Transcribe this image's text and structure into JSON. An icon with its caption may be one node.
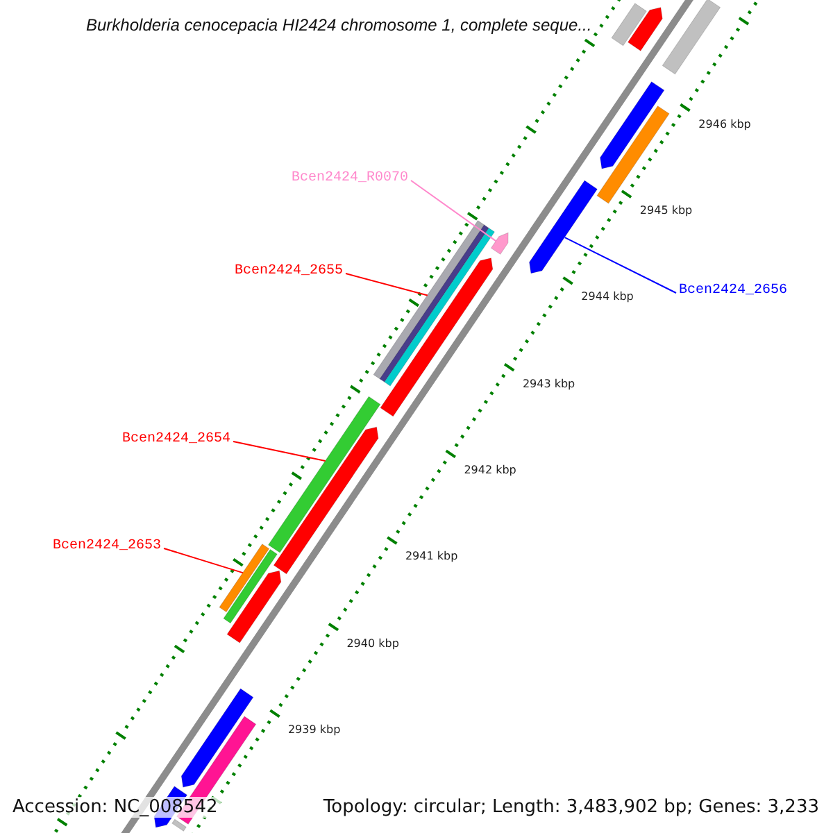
{
  "diagram": {
    "title": "Burkholderia cenocepacia HI2424 chromosome 1, complete seque...",
    "nodes": [
      {
        "text": [
          "Bcen2424_R0070"
        ]
      },
      {
        "text": [
          "Bcen2424_2655"
        ]
      },
      {
        "text": [
          "Bcen2424_2656"
        ]
      },
      {
        "text": [
          "Bcen2424_2654"
        ]
      },
      {
        "text": [
          "Bcen2424_2653"
        ]
      },
      {
        "text": [],
        "shape": "bar"
      },
      {
        "text": [],
        "shape": "bar"
      },
      {
        "text": [],
        "shape": "bar"
      },
      {
        "text": [],
        "shape": "bar"
      },
      {
        "text": [],
        "shape": "bar"
      },
      {
        "text": [],
        "shape": "bar"
      },
      {
        "text": [],
        "shape": "bar"
      },
      {
        "text": [],
        "shape": "bar"
      },
      {
        "text": [],
        "shape": "bar"
      },
      {
        "text": [],
        "shape": "bar"
      },
      {
        "text": [],
        "shape": "bar"
      },
      {
        "text": [],
        "shape": "bar"
      },
      {
        "text": [],
        "shape": "bar"
      },
      {
        "text": [],
        "shape": "bar"
      },
      {
        "text": [],
        "shape": "bar"
      },
      {
        "text": [],
        "shape": "bar"
      },
      {
        "text": [],
        "shape": "bar"
      }
    ],
    "edges": [
      {
        "from": 0,
        "to": 12,
        "arrow": "none",
        "color": "#ff88cc"
      },
      {
        "from": 1,
        "to": 11,
        "arrow": "none"
      },
      {
        "from": 2,
        "to": 10,
        "arrow": "none",
        "color": "#0000ff"
      },
      {
        "from": 3,
        "to": 14,
        "arrow": "none"
      },
      {
        "from": 4,
        "to": 16,
        "arrow": "none"
      }
    ],
    "labels": [
      "2946 kbp",
      "2945 kbp",
      "2944 kbp",
      "2943 kbp",
      "2942 kbp",
      "2941 kbp",
      "2940 kbp",
      "2939 kbp",
      "Accession: NC_008542",
      "Topology: circular; Length: 3,483,902 bp; Genes: 3,233"
    ]
  }
}
